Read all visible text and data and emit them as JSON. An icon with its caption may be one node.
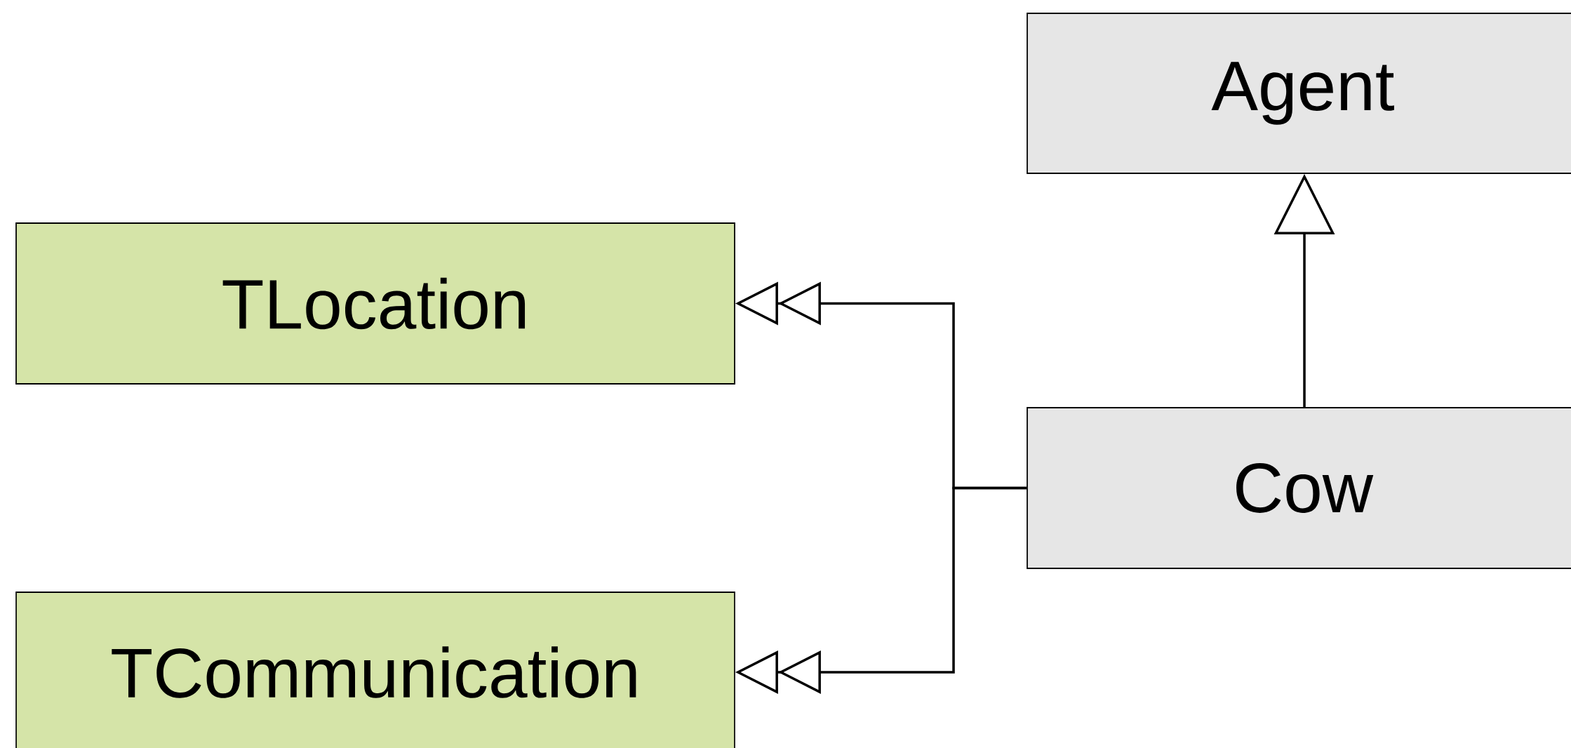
{
  "diagram": {
    "nodes": [
      {
        "text": [
          "Agent"
        ]
      },
      {
        "text": [
          "TLocation"
        ]
      },
      {
        "text": [
          "TCommunication"
        ]
      },
      {
        "text": [
          "Cow"
        ]
      }
    ],
    "edges": [
      {
        "from": 3,
        "to": 0,
        "arrow": "to"
      },
      {
        "from": 3,
        "to": 1,
        "arrow": "to"
      },
      {
        "from": 3,
        "to": 2,
        "arrow": "to"
      }
    ]
  }
}
